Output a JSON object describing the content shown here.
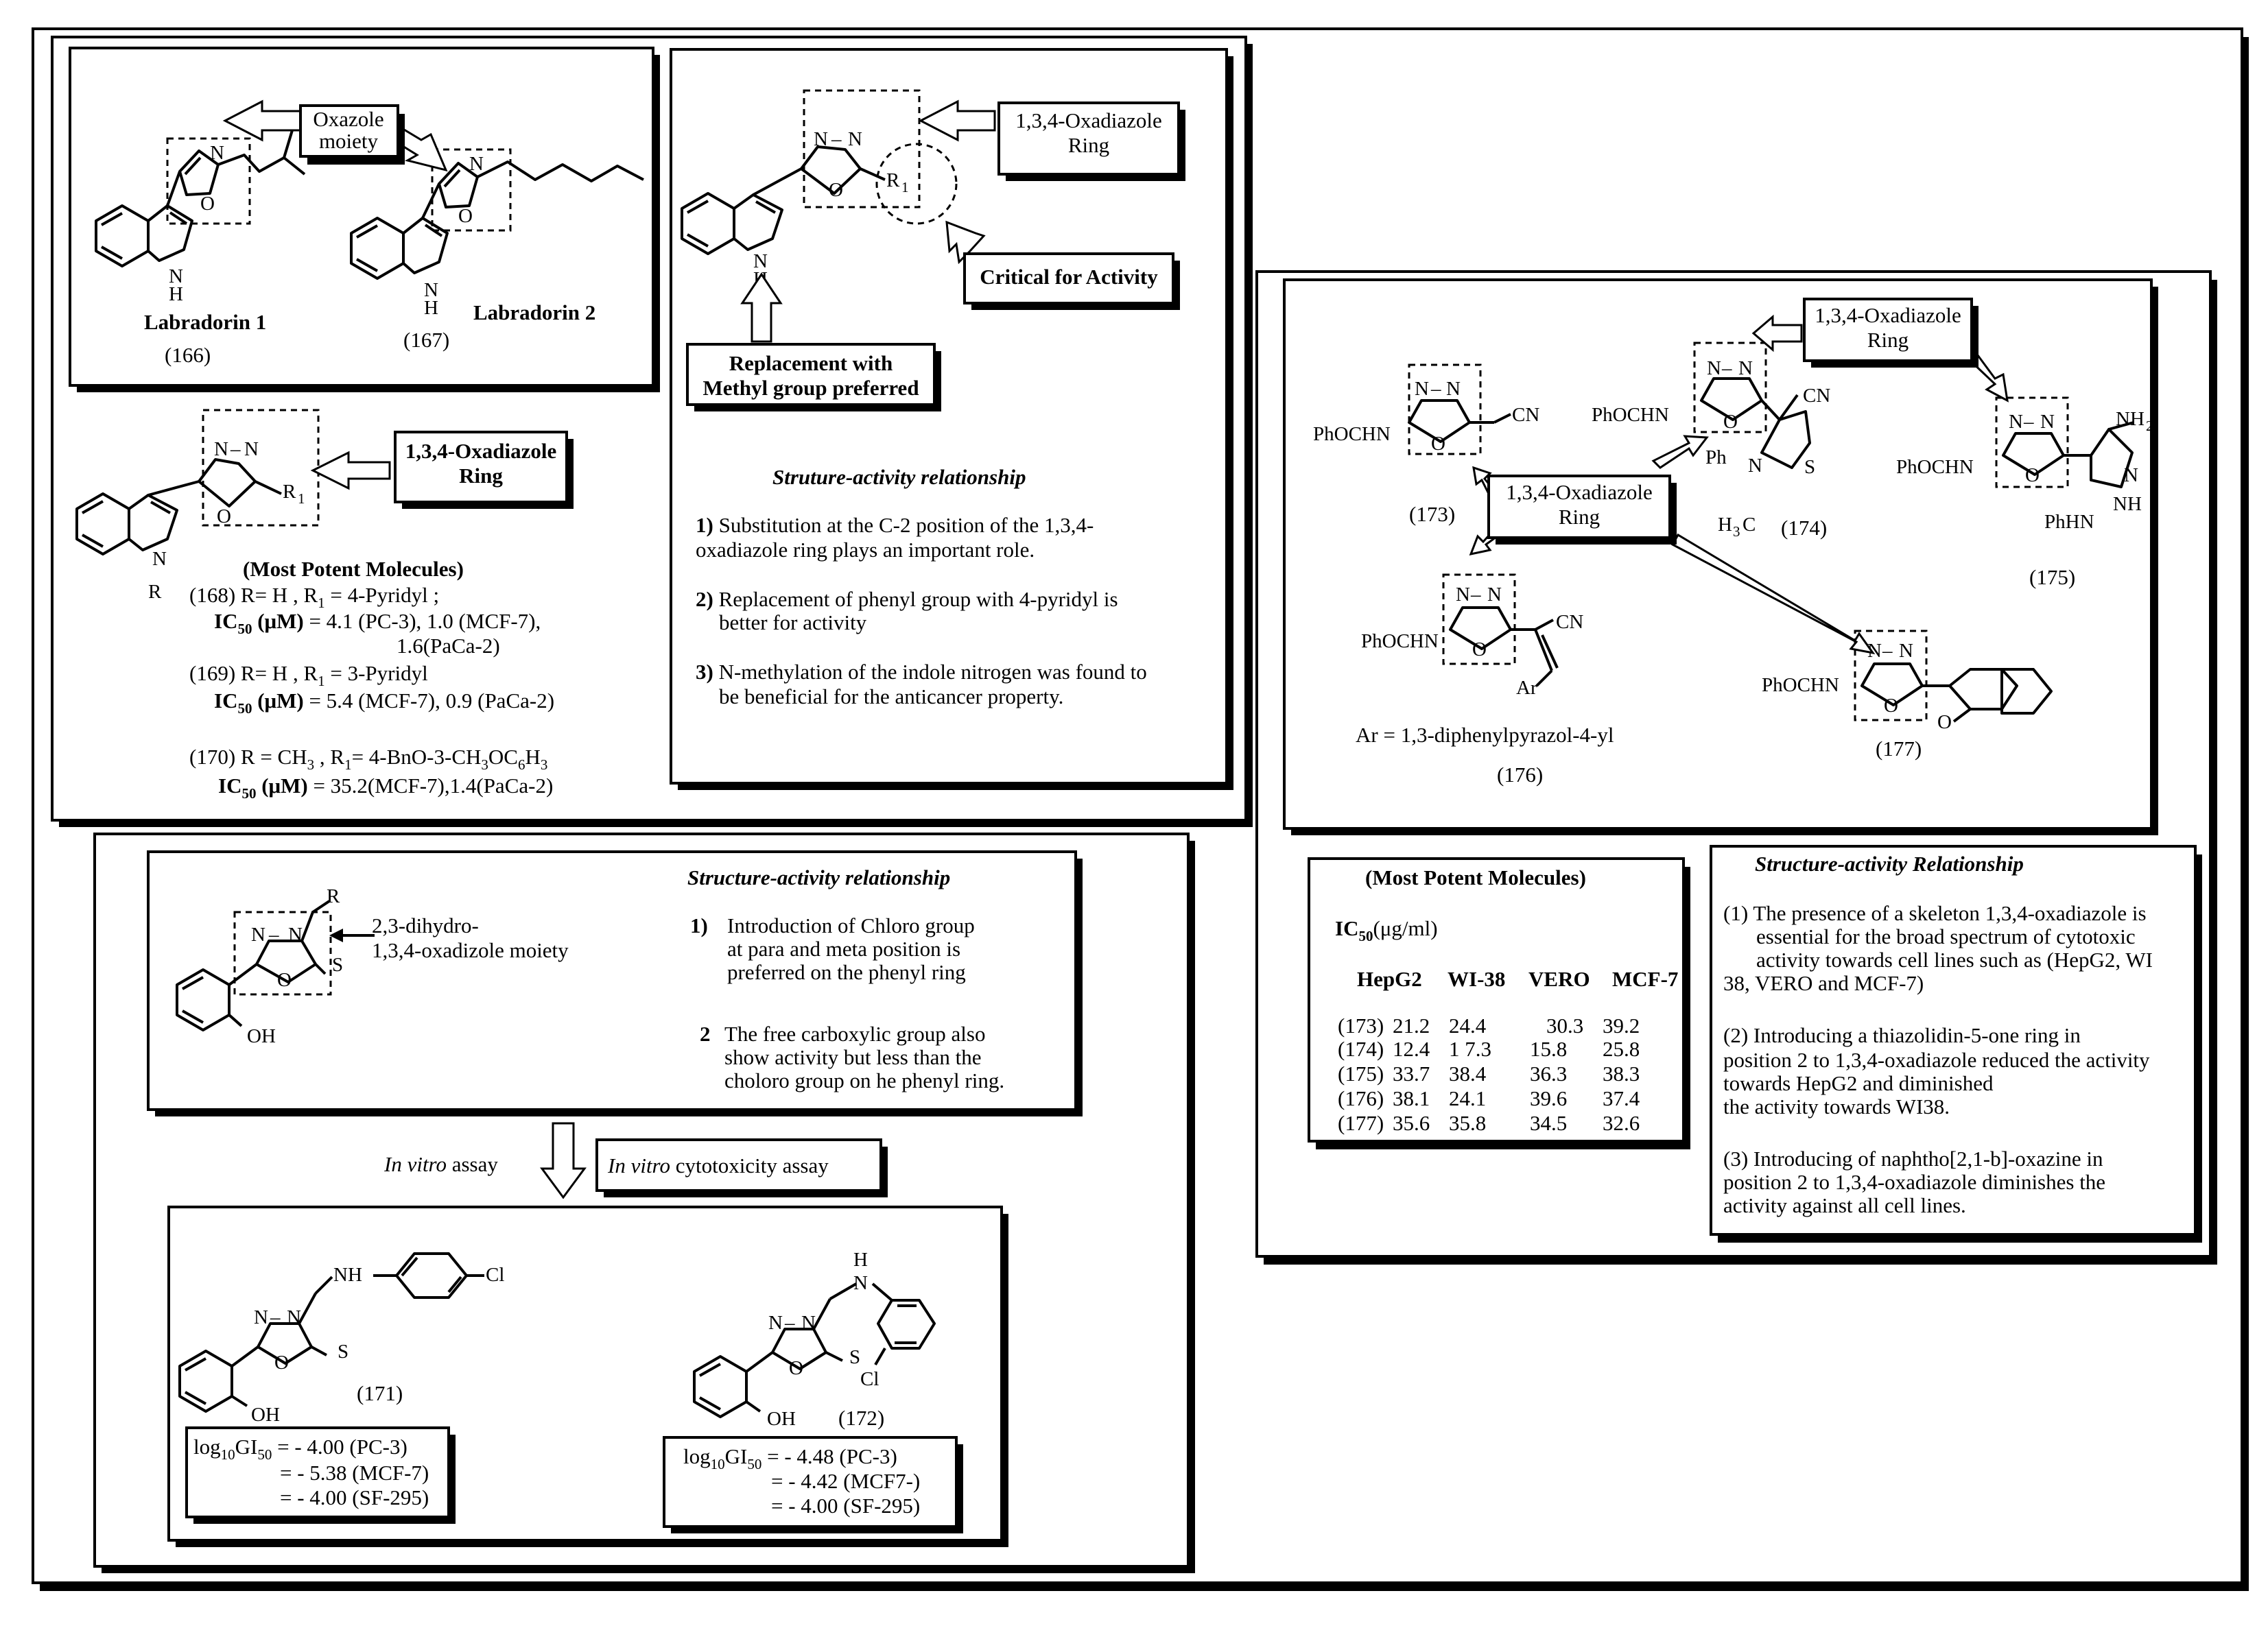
{
  "panel_a": {
    "oxazole_label_1": "Oxazole",
    "oxazole_label_2": "moiety",
    "labradorin1": "Labradorin 1",
    "labradorin1_num": "(166)",
    "labradorin2": "Labradorin 2",
    "labradorin2_num": "(167)",
    "oxadiazole_label_1": "1,3,4-Oxadiazole",
    "oxadiazole_label_2": "Ring",
    "most_potent": "(Most Potent Molecules)",
    "c168": "(168) R= H , R",
    "c168b": " = 4-Pyridyl ;",
    "ic168": " = 4.1 (PC-3), 1.0 (MCF-7),",
    "ic168b": "1.6(PaCa-2)",
    "c169": "(169) R= H , R",
    "c169b": " = 3-Pyridyl",
    "ic169": " = 5.4 (MCF-7), 0.9 (PaCa-2)",
    "c170": "(170)  R =  CH",
    "c170b": " , R",
    "c170c": "= 4-BnO-3-CH",
    "c170d": "OC",
    "c170e": "H",
    "ic170": " = 35.2(MCF-7),1.4(PaCa-2)",
    "ic_label": "IC",
    "ic_sub": "50",
    "ic_unit": " (μM)"
  },
  "panel_b": {
    "oxadiazole_label_1": "1,3,4-Oxadiazole",
    "oxadiazole_label_2": "Ring",
    "critical": "Critical for Activity",
    "replacement_1": "Replacement with",
    "replacement_2": "Methyl group preferred",
    "sar_title": "Struture-activity relationship",
    "sar1a": "1)",
    "sar1b": " Substitution at the C-2 position of the 1,3,4-",
    "sar1c": "oxadiazole ring plays an important role.",
    "sar2a": "2)",
    "sar2b": " Replacement of phenyl group with 4-pyridyl is",
    "sar2c": "better for activity",
    "sar3a": "3)",
    "sar3b": " N-methylation of the indole nitrogen was found to",
    "sar3c": "be beneficial for the anticancer property."
  },
  "panel_c": {
    "moiety_1": "2,3-dihydro-",
    "moiety_2": "1,3,4-oxadizole moiety",
    "sar_title": "Structure-activity relationship",
    "p1_num": "1)",
    "p1a": "Introduction of Chloro group",
    "p1b": "at para and meta position is",
    "p1c": "preferred on the phenyl ring",
    "p2_num": "2",
    "p2a": "The free carboxylic group also",
    "p2b": "show activity but less than the",
    "p2c": "choloro group on he phenyl ring.",
    "invitro_1": "In vitro",
    "invitro_2": " assay",
    "cyto_1": "In vitro",
    "cyto_2": " cytotoxicity assay",
    "c171": "(171)",
    "c172": "(172)",
    "gi171_a": " = - 4.00 (PC-3)",
    "gi171_b": "=  - 5.38 (MCF-7)",
    "gi171_c": "=  - 4.00 (SF-295)",
    "gi172_a": " = - 4.48 (PC-3)",
    "gi172_b": "= - 4.42 (MCF7-)",
    "gi172_c": "= - 4.00 (SF-295)",
    "log_label": "log",
    "log_sub": "10",
    "gi_label": "GI",
    "gi_sub": "50"
  },
  "panel_d": {
    "oxadiazole_label_1": "1,3,4-Oxadiazole",
    "oxadiazole_label_2": "Ring",
    "c173": "(173)",
    "c174": "(174)",
    "c175": "(175)",
    "c176": "(176)",
    "c177": "(177)",
    "ar_def": "Ar = 1,3-diphenylpyrazol-4-yl",
    "table_title": "(Most Potent Molecules)",
    "ic_label": "IC",
    "ic_sub": "50",
    "ic_unit": "(μg/ml)",
    "columns": [
      "HepG2",
      "WI-38",
      "VERO",
      "MCF-7"
    ],
    "rows": [
      {
        "id": "(173)",
        "values": [
          "21.2",
          "24.4",
          "30.3",
          "39.2"
        ]
      },
      {
        "id": "(174)",
        "values": [
          "12.4",
          "1 7.3",
          "15.8",
          "25.8"
        ]
      },
      {
        "id": "(175)",
        "values": [
          "33.7",
          "38.4",
          "36.3",
          "38.3"
        ]
      },
      {
        "id": "(176)",
        "values": [
          "38.1",
          "24.1",
          "39.6",
          "37.4"
        ]
      },
      {
        "id": "(177)",
        "values": [
          "35.6",
          "35.8",
          "34.5",
          "32.6"
        ]
      }
    ],
    "sar_title": "Structure-activity Relationship",
    "s1a": "(1) The presence of a skeleton 1,3,4-oxadiazole is",
    "s1b": "essential for the broad spectrum of cytotoxic",
    "s1c": "activity towards cell lines such as (HepG2, WI",
    "s1d": "38, VERO and MCF-7)",
    "s2a": "(2) Introducing a thiazolidin-5-one ring in",
    "s2b": "position 2 to 1,3,4-oxadiazole reduced the activity",
    "s2c": "towards HepG2 and diminished",
    "s2d": "the activity towards WI38.",
    "s3a": "(3) Introducing of naphtho[2,1-b]-oxazine in",
    "s3b": "position 2 to 1,3,4-oxadiazole diminishes the",
    "s3c": "activity against all cell lines."
  }
}
